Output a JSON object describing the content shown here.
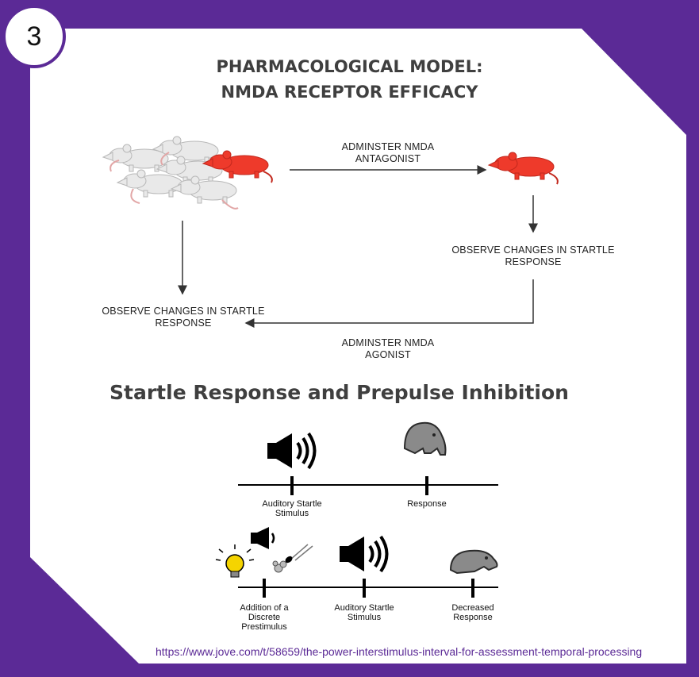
{
  "badge": {
    "number": "3"
  },
  "title_model": {
    "line1": "PHARMACOLOGICAL MODEL:",
    "line2": "NMDA RECEPTOR EFFICACY"
  },
  "flow": {
    "antagonist_line1": "ADMINSTER NMDA",
    "antagonist_line2": "ANTAGONIST",
    "observe_right_line1": "OBSERVE CHANGES IN  STARTLE",
    "observe_right_line2": "RESPONSE",
    "observe_left_line1": "OBSERVE CHANGES IN STARTLE",
    "observe_left_line2": "RESPONSE",
    "agonist_line1": "ADMINSTER NMDA",
    "agonist_line2": "AGONIST"
  },
  "title_startle": "Startle Response and Prepulse Inhibition",
  "timeline_top": {
    "stimulus_line1": "Auditory Startle",
    "stimulus_line2": "Stimulus",
    "response": "Response"
  },
  "timeline_bottom": {
    "prestimulus_line1": "Addition of a",
    "prestimulus_line2": "Discrete",
    "prestimulus_line3": "Prestimulus",
    "stimulus_line1": "Auditory Startle",
    "stimulus_line2": "Stimulus",
    "decreased_line1": "Decreased",
    "decreased_line2": "Response"
  },
  "source_url": "https://www.jove.com/t/58659/the-power-interstimulus-interval-for-assessment-temporal-processing",
  "colors": {
    "frame": "#5b2a96",
    "red_rat": "#ee3a2b",
    "white_rat": "#e9e9e9",
    "gray_rat": "#8a8a8a"
  }
}
